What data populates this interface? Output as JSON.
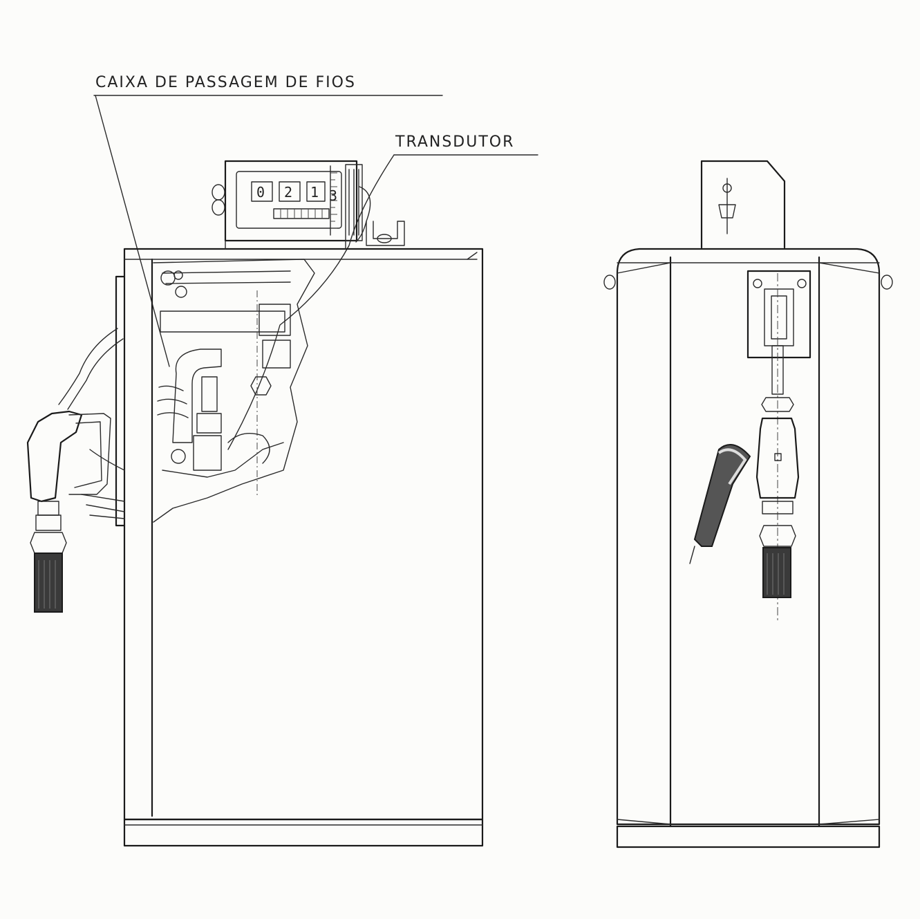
{
  "labels": {
    "wire_box": "CAIXA DE PASSAGEM DE FIOS",
    "transducer": "TRANSDUTOR"
  },
  "register": {
    "digits": [
      "0",
      "2",
      "1"
    ],
    "side_digit": "3"
  },
  "colors": {
    "ink": "#1a1a1a",
    "paper": "#fcfcfa",
    "hose": "#3a3a3a"
  }
}
